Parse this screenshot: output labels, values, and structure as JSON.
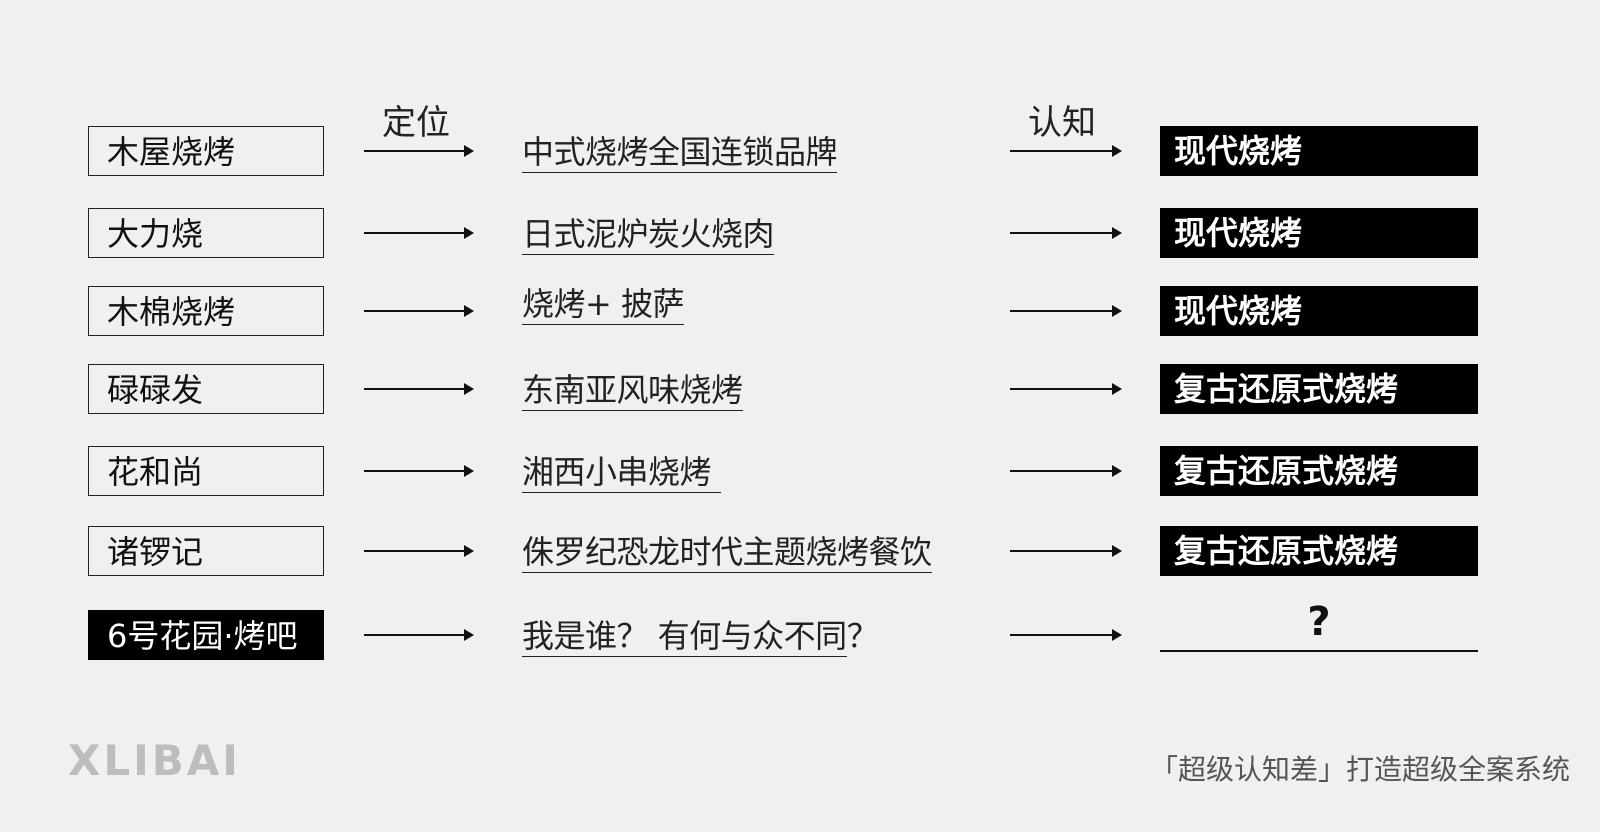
{
  "headers": {
    "positioning": "定位",
    "cognition": "认知"
  },
  "rows": [
    {
      "brand": "木屋烧烤",
      "positioning": "中式烧烤全国连锁品牌",
      "positioning_trail": "",
      "cognition": "现代烧烤"
    },
    {
      "brand": "大力烧",
      "positioning": "日式泥炉炭火烧肉",
      "positioning_trail": "",
      "cognition": "现代烧烤"
    },
    {
      "brand": "木棉烧烤",
      "positioning": "烧烤+ 披萨",
      "positioning_trail": "",
      "cognition": "现代烧烤"
    },
    {
      "brand": "碌碌发",
      "positioning": "东南亚风味烧烤",
      "positioning_trail": "",
      "cognition": "复古还原式烧烤"
    },
    {
      "brand": "花和尚",
      "positioning": "湘西小串烧烤 ",
      "positioning_trail": "",
      "cognition": "复古还原式烧烤"
    },
    {
      "brand": "诸锣记",
      "positioning": "侏罗纪恐龙时代主题烧烤餐饮",
      "positioning_trail": "",
      "cognition": "复古还原式烧烤"
    },
    {
      "brand": "6号花园·烤吧",
      "positioning": "我是谁？ 有何与众不同",
      "positioning_trail": "？",
      "cognition": "?"
    }
  ],
  "footer": {
    "logo": "XLIBAI",
    "slogan": "「超级认知差」打造超级全案系统"
  }
}
